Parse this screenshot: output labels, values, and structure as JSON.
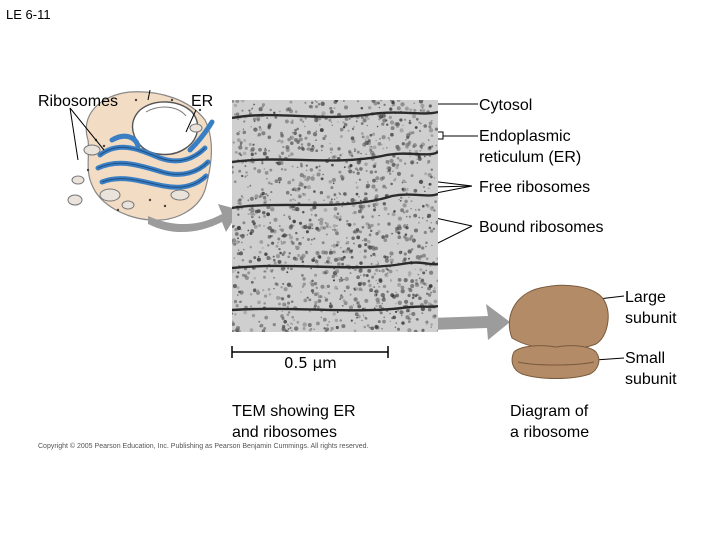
{
  "slide": {
    "id": "LE 6-11"
  },
  "labels": {
    "ribosomes": "Ribosomes",
    "er": "ER",
    "cytosol": "Cytosol",
    "endoplasmic_line1": "Endoplasmic",
    "endoplasmic_line2": "reticulum (ER)",
    "free_ribosomes": "Free ribosomes",
    "bound_ribosomes": "Bound ribosomes",
    "large_line1": "Large",
    "large_line2": "subunit",
    "small_line1": "Small",
    "small_line2": "subunit",
    "scale_bar": "0.5 µm",
    "tem_line1": "TEM showing ER",
    "tem_line2": "and ribosomes",
    "diagram_line1": "Diagram of",
    "diagram_line2": "a ribosome"
  },
  "footer": {
    "copyright": "Copyright © 2005 Pearson Education, Inc. Publishing as Pearson Benjamin Cummings. All rights reserved."
  },
  "colors": {
    "er_blue": "#3a7fc4",
    "cell_fill": "#f3dcc4",
    "ribosome_brown": "#b38b66",
    "arrow_gray": "#9c9c9c",
    "tem_gray": "#cfcfcf"
  }
}
